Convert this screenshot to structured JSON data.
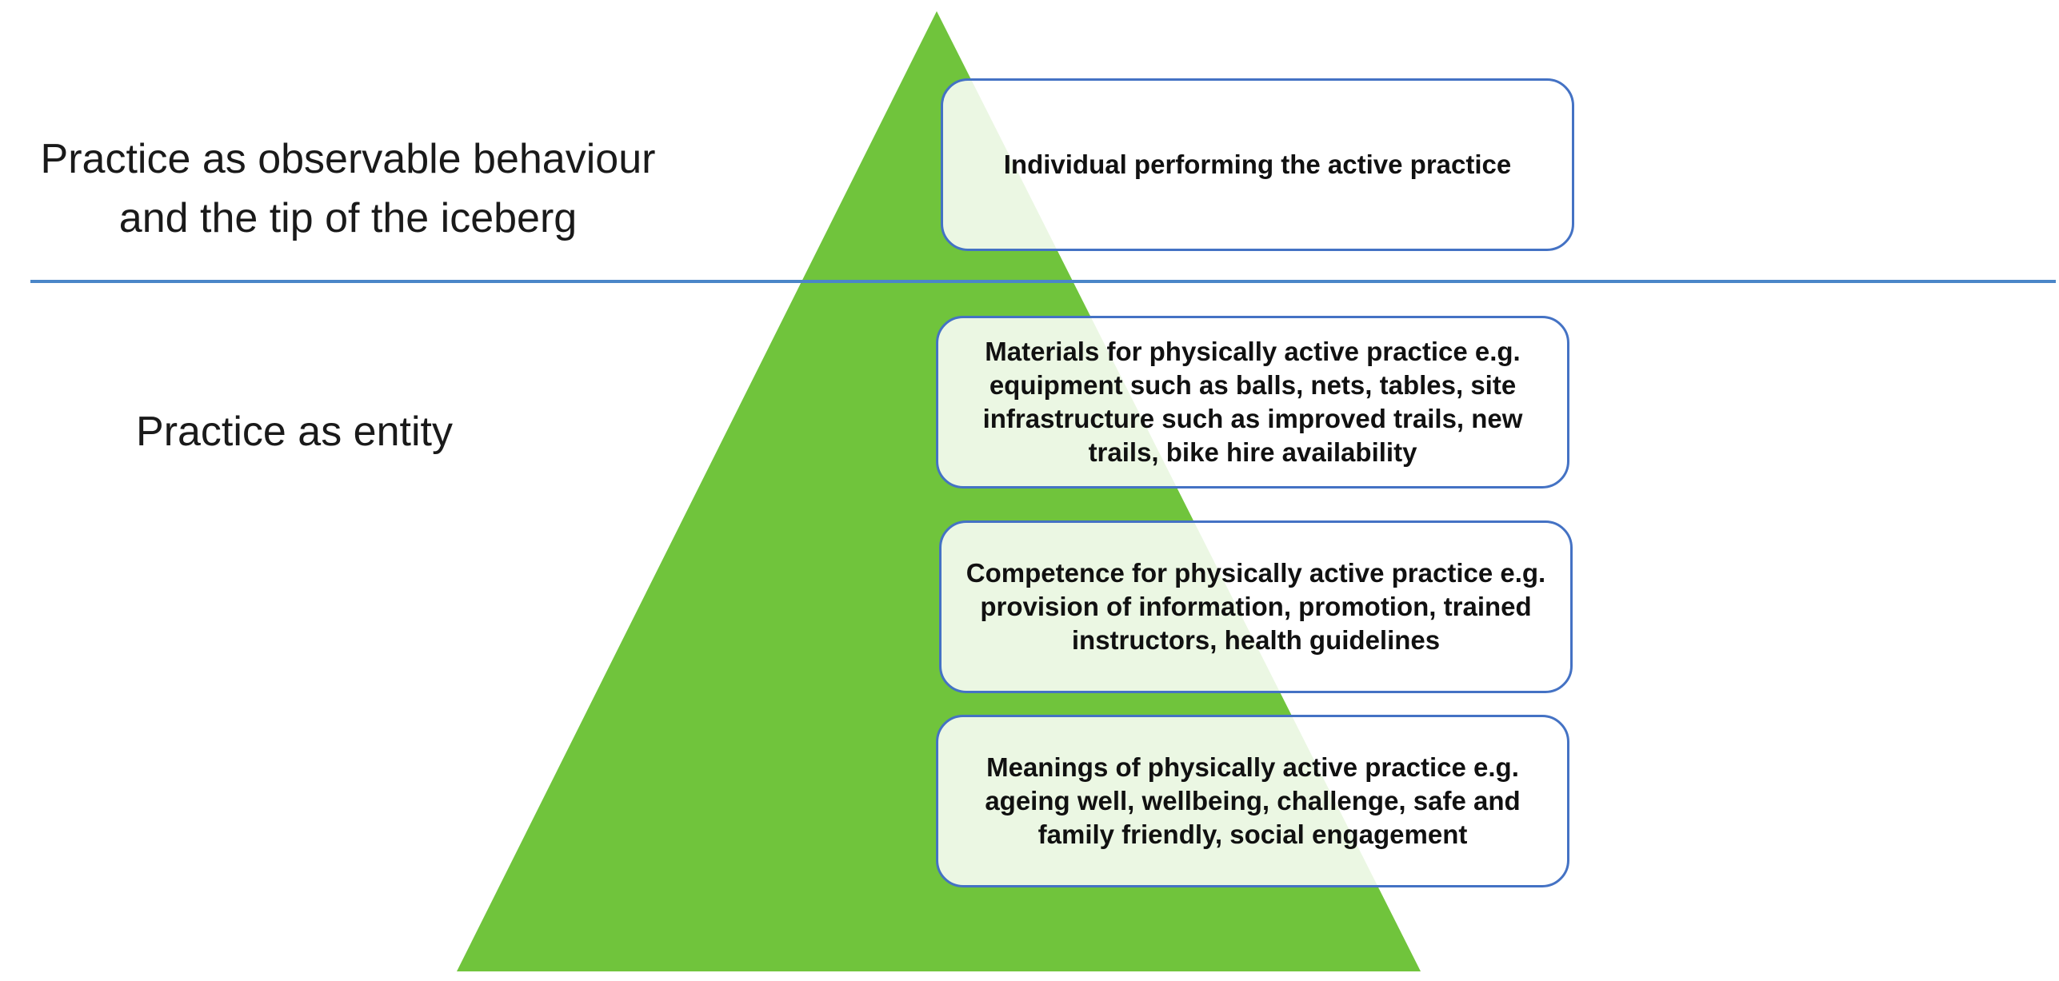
{
  "diagram": {
    "pyramid_color": "#70c43c",
    "divider_color": "#4a86c8",
    "box_border_color": "#4472c4",
    "labels": {
      "tip": "Practice as observable behaviour\nand the tip of the iceberg",
      "entity": "Practice as entity"
    },
    "boxes": {
      "individual": "Individual performing the active practice",
      "materials": "Materials for physically active practice e.g. equipment such as balls, nets, tables, site infrastructure such as improved trails, new trails, bike hire availability",
      "competence": "Competence for physically active practice e.g. provision of information, promotion, trained instructors, health guidelines",
      "meanings": "Meanings of physically active practice e.g. ageing well, wellbeing, challenge, safe and family friendly, social engagement"
    }
  }
}
